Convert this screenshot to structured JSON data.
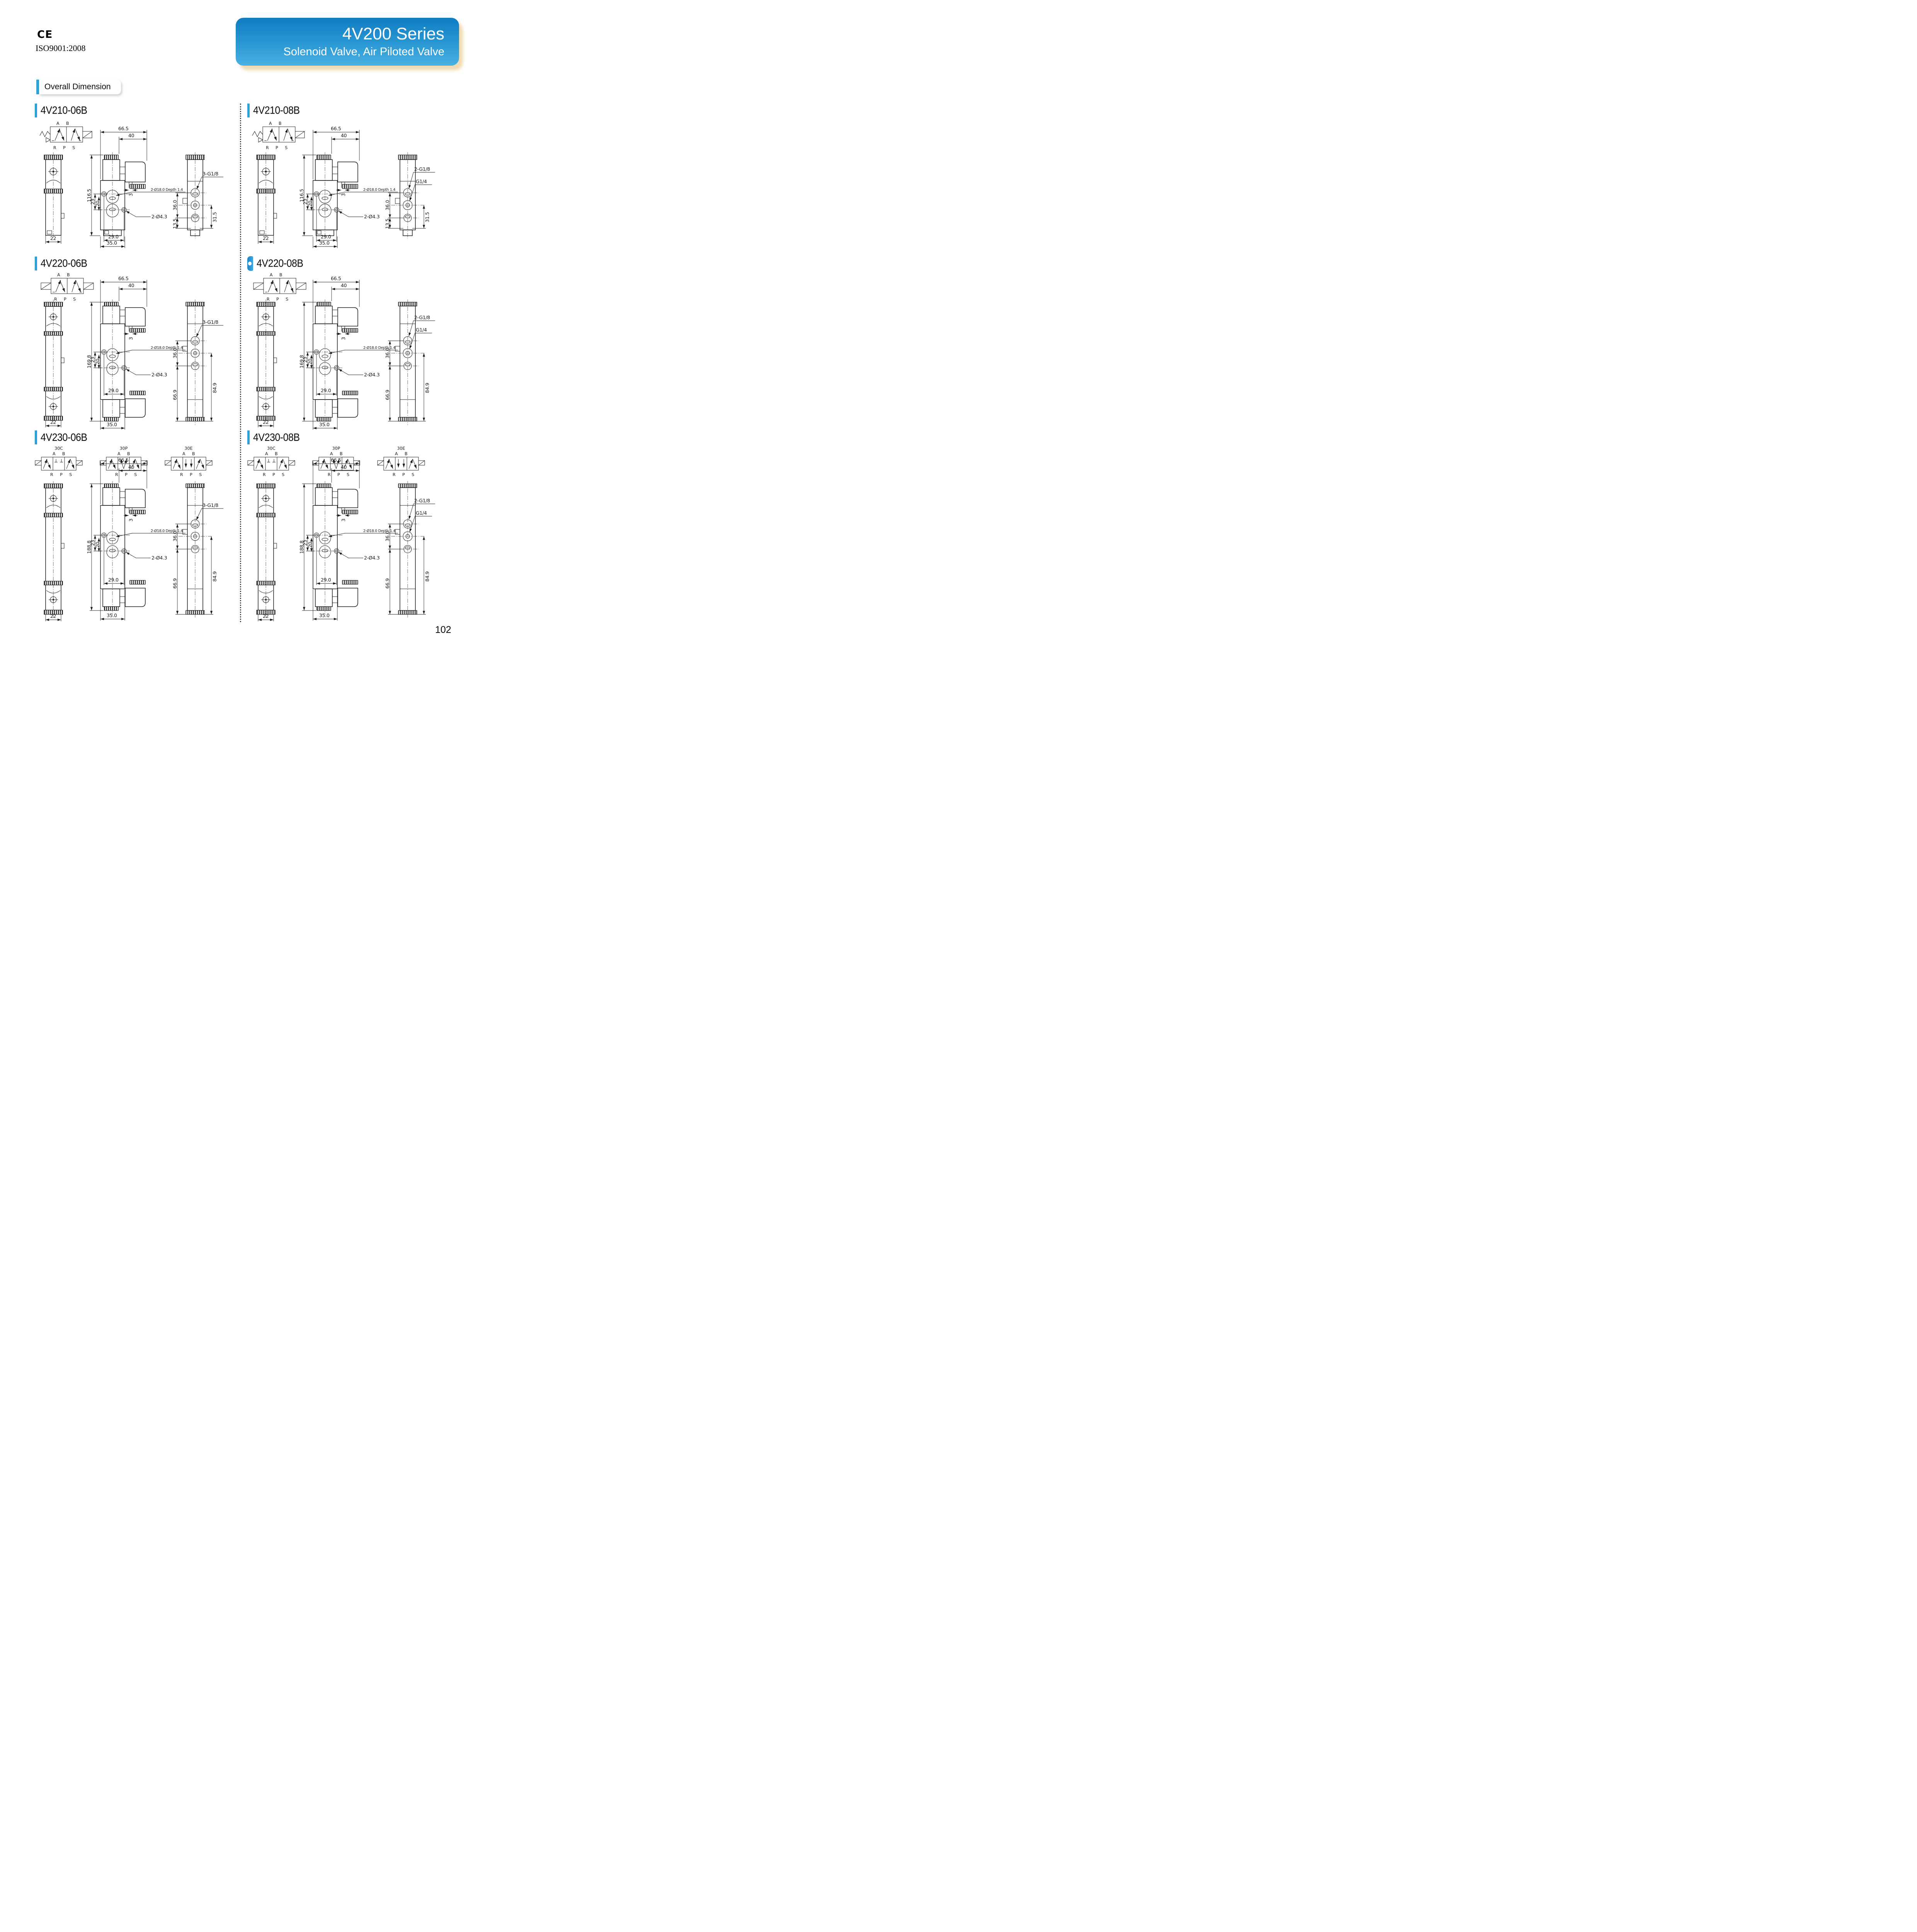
{
  "page": {
    "ce_mark": "CE",
    "iso_certification": "ISO9001:2008",
    "page_number": "102"
  },
  "banner": {
    "title": "4V200 Series",
    "subtitle": "Solenoid Valve, Air Piloted Valve",
    "gradient_top": "#0e7dc2",
    "gradient_bottom": "#49b2e2",
    "shadow_color": "#f0dcb4"
  },
  "section": {
    "title": "Overall Dimension",
    "accent_color": "#2e9fd8"
  },
  "schematic": {
    "top_ports": "A B",
    "bottom_ports": "R P S",
    "center_variants": [
      "30C",
      "30P",
      "30E"
    ]
  },
  "valves": [
    {
      "model": "4V210-06B",
      "dims": {
        "total_width": "66.5",
        "coil_width": "40",
        "height": "116.5",
        "hole_pitch": "23",
        "port_pitch": "20",
        "step": "3",
        "base_inner": "29.0",
        "base_outer": "35.0",
        "front_width": "22",
        "counterbore": "2-Ø18.0 Depth 1.4",
        "mount_holes": "2-Ø4.3",
        "port_span": "36.0",
        "lower_span": "31.5",
        "bottom_offset": "13.5"
      },
      "ports": {
        "label_a": "3-G1/8"
      }
    },
    {
      "model": "4V210-08B",
      "dims": {
        "total_width": "66.5",
        "coil_width": "40",
        "height": "116.5",
        "hole_pitch": "23",
        "port_pitch": "20",
        "step": "3",
        "base_inner": "29.0",
        "base_outer": "35.0",
        "front_width": "22",
        "counterbore": "2-Ø18.0 Depth 1.4",
        "mount_holes": "2-Ø4.3",
        "port_span": "36.0",
        "lower_span": "31.5",
        "bottom_offset": "13.5"
      },
      "ports": {
        "label_a": "2-G1/8",
        "label_b": "G1/4"
      }
    },
    {
      "model": "4V220-06B",
      "dims": {
        "total_width": "66.5",
        "coil_width": "40",
        "height": "169.8",
        "hole_pitch": "23",
        "port_pitch": "20",
        "step": "3",
        "base_inner": "29.0",
        "base_outer": "35.0",
        "front_width": "22",
        "counterbore": "2-Ø18.0 Depth 1.4",
        "mount_holes": "2-Ø4.3",
        "port_span": "36.0",
        "lower_left": "66.9",
        "lower_right": "84.9"
      },
      "ports": {
        "label_a": "3-G1/8"
      }
    },
    {
      "model": "4V220-08B",
      "dims": {
        "total_width": "66.5",
        "coil_width": "40",
        "height": "169.8",
        "hole_pitch": "23",
        "port_pitch": "20",
        "step": "3",
        "base_inner": "29.0",
        "base_outer": "35.0",
        "front_width": "22",
        "counterbore": "2-Ø18.0 Depth 1.4",
        "mount_holes": "2-Ø4.3",
        "port_span": "36.0",
        "lower_left": "66.9",
        "lower_right": "84.9"
      },
      "ports": {
        "label_a": "2-G1/8",
        "label_b": "G1/4"
      }
    },
    {
      "model": "4V230-06B",
      "dims": {
        "total_width": "66.5",
        "coil_width": "40",
        "height": "188.8",
        "hole_pitch": "23",
        "port_pitch": "20",
        "step": "3",
        "base_inner": "29.0",
        "base_outer": "35.0",
        "front_width": "22",
        "counterbore": "2-Ø18.0 Depth 1.4",
        "mount_holes": "2-Ø4.3",
        "port_span": "36.0",
        "lower_left": "66.9",
        "lower_right": "84.9"
      },
      "ports": {
        "label_a": "3-G1/8"
      }
    },
    {
      "model": "4V230-08B",
      "dims": {
        "total_width": "66.5",
        "coil_width": "40",
        "height": "188.8",
        "hole_pitch": "23",
        "port_pitch": "20",
        "step": "3",
        "base_inner": "29.0",
        "base_outer": "35.0",
        "front_width": "22",
        "counterbore": "2-Ø18.0 Depth 1.4",
        "mount_holes": "2-Ø4.3",
        "port_span": "36.0",
        "lower_left": "66.9",
        "lower_right": "84.9"
      },
      "ports": {
        "label_a": "2-G1/8",
        "label_b": "G1/4"
      }
    }
  ]
}
